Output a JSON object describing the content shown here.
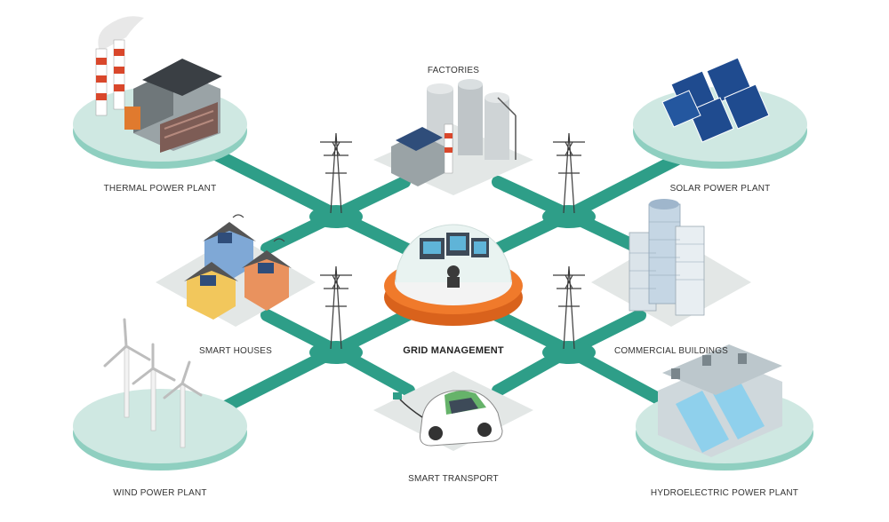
{
  "labels": {
    "thermal": "THERMAL POWER PLANT",
    "factories": "FACTORIES",
    "solar": "SOLAR POWER PLANT",
    "smart_houses": "SMART HOUSES",
    "grid": "GRID MANAGEMENT",
    "commercial": "COMMERCIAL BUILDINGS",
    "wind": "WIND POWER PLANT",
    "transport": "SMART TRANSPORT",
    "hydro": "HYDROELECTRIC POWER PLANT"
  },
  "colors": {
    "connector": "#2e9e88",
    "platform_top": "#cfe8e2",
    "platform_side": "#8fcfc0",
    "tile": "#e3e7e6",
    "hub_orange": "#f07a2b",
    "pylon": "#3a3a3a"
  }
}
